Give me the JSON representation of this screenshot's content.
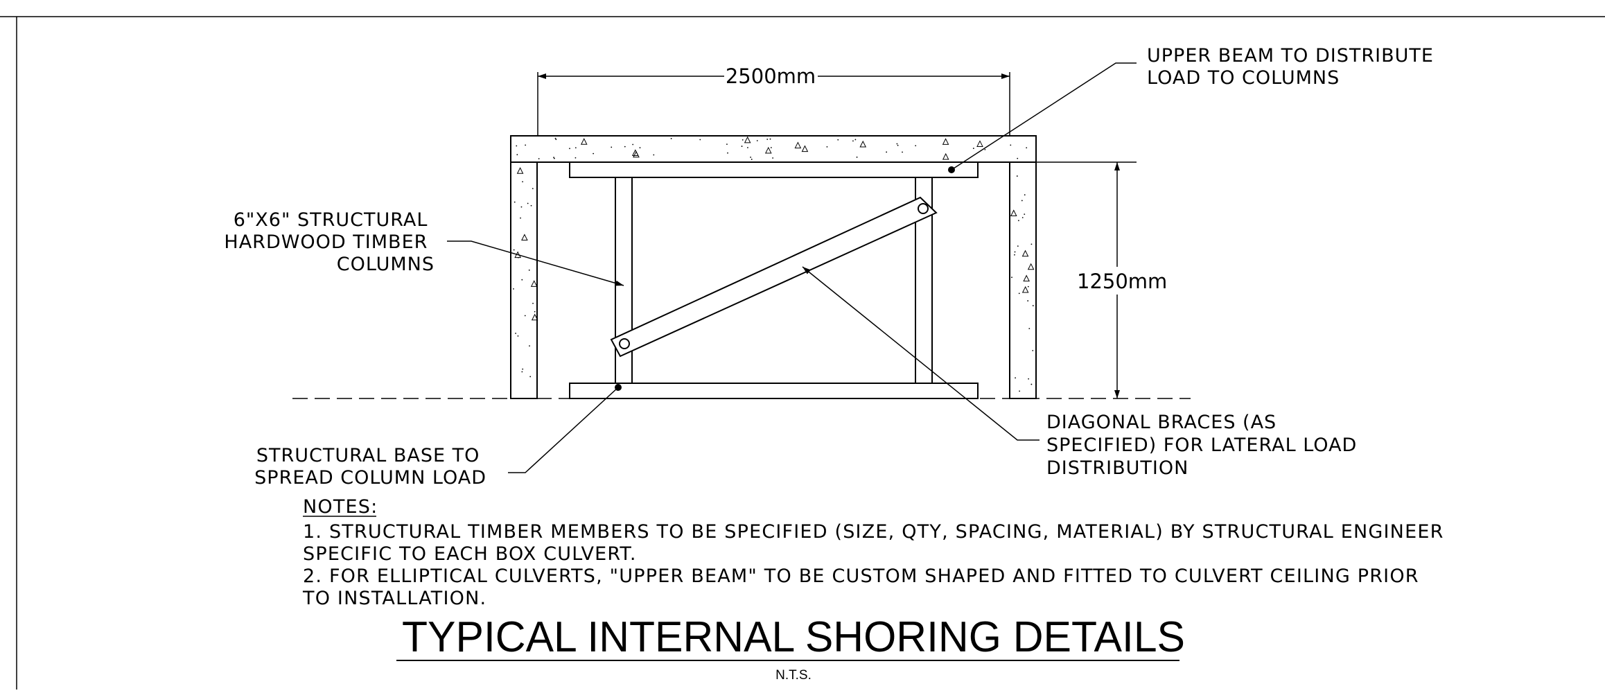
{
  "drawing": {
    "dimension_width": "2500mm",
    "dimension_height": "1250mm",
    "labels": {
      "upper_beam": [
        "UPPER BEAM TO DISTRIBUTE",
        "LOAD TO COLUMNS"
      ],
      "columns": [
        "6\"X6\" STRUCTURAL",
        "HARDWOOD TIMBER",
        "COLUMNS"
      ],
      "base": [
        "STRUCTURAL BASE TO",
        "SPREAD COLUMN LOAD"
      ],
      "braces": [
        "DIAGONAL BRACES (AS",
        "SPECIFIED) FOR LATERAL LOAD",
        "DISTRIBUTION"
      ]
    }
  },
  "notes": {
    "heading": "NOTES:",
    "lines": [
      "1. STRUCTURAL TIMBER MEMBERS TO BE SPECIFIED (SIZE, QTY, SPACING, MATERIAL) BY STRUCTURAL ENGINEER",
      "SPECIFIC TO EACH BOX CULVERT.",
      "2. FOR ELLIPTICAL CULVERTS, \"UPPER BEAM\" TO BE CUSTOM SHAPED AND FITTED TO CULVERT CEILING PRIOR",
      "TO INSTALLATION."
    ]
  },
  "title": "TYPICAL INTERNAL SHORING DETAILS",
  "scale": "N.T.S."
}
